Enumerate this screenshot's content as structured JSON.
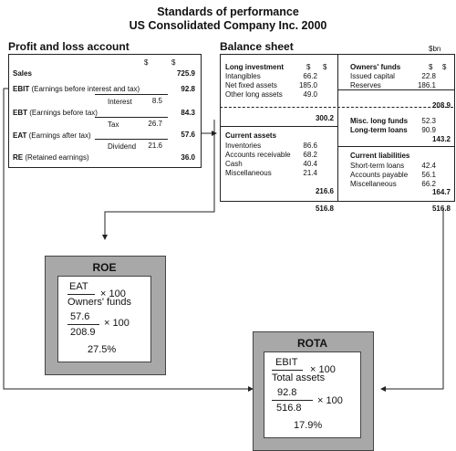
{
  "title": {
    "line1": "Standards of performance",
    "line2": "US Consolidated Company Inc. 2000"
  },
  "pl": {
    "heading": "Profit and loss account",
    "col1": "$",
    "col2": "$",
    "rows": {
      "sales": {
        "label": "Sales",
        "value": "725.9"
      },
      "ebit": {
        "label_bold": "EBIT",
        "label_rest": " (Earnings before interest and tax)",
        "value": "92.8"
      },
      "interest": {
        "label": "Interest",
        "value": "8.5"
      },
      "ebt": {
        "label_bold": "EBT",
        "label_rest": " (Earnings before tax)",
        "value": "84.3"
      },
      "tax": {
        "label": "Tax",
        "value": "26.7"
      },
      "eat": {
        "label_bold": "EAT",
        "label_rest": " (Earnings after tax)",
        "value": "57.6"
      },
      "dividend": {
        "label": "Dividend",
        "value": "21.6"
      },
      "re": {
        "label_bold": "RE",
        "label_rest": " (Retained earnings)",
        "value": "36.0"
      }
    }
  },
  "bs": {
    "heading": "Balance sheet",
    "unit": "$bn",
    "long_investment": {
      "heading": "Long investment",
      "col1": "$",
      "col2": "$",
      "items": [
        {
          "label": "Intangibles",
          "value": "66.2"
        },
        {
          "label": "Net fixed assets",
          "value": "185.0"
        },
        {
          "label": "Other long assets",
          "value": "49.0"
        }
      ],
      "total": "300.2"
    },
    "current_assets": {
      "heading": "Current assets",
      "items": [
        {
          "label": "Inventories",
          "value": "86.6"
        },
        {
          "label": "Accounts receivable",
          "value": "68.2"
        },
        {
          "label": "Cash",
          "value": "40.4"
        },
        {
          "label": "Miscellaneous",
          "value": "21.4"
        }
      ],
      "total": "216.6"
    },
    "left_total": "516.8",
    "owners_funds": {
      "heading": "Owners' funds",
      "col1": "$",
      "col2": "$",
      "items": [
        {
          "label": "Issued capital",
          "value": "22.8"
        },
        {
          "label": "Reserves",
          "value": "186.1"
        }
      ],
      "total": "208.9"
    },
    "long_term": {
      "misc_label": "Misc. long funds",
      "misc_value": "52.3",
      "ltl_label": "Long-term loans",
      "ltl_value": "90.9",
      "total": "143.2"
    },
    "current_liabilities": {
      "heading": "Current liabilities",
      "items": [
        {
          "label": "Short-term loans",
          "value": "42.4"
        },
        {
          "label": "Accounts payable",
          "value": "56.1"
        },
        {
          "label": "Miscellaneous",
          "value": "66.2"
        }
      ],
      "total": "164.7"
    },
    "right_total": "516.8"
  },
  "roe": {
    "title": "ROE",
    "num1": "EAT",
    "den1": "Owners' funds",
    "mult": "× 100",
    "num2": "57.6",
    "den2": "208.9",
    "result": "27.5%"
  },
  "rota": {
    "title": "ROTA",
    "num1": "EBIT",
    "den1": "Total assets",
    "mult": "× 100",
    "num2": "92.8",
    "den2": "516.8",
    "result": "17.9%"
  }
}
